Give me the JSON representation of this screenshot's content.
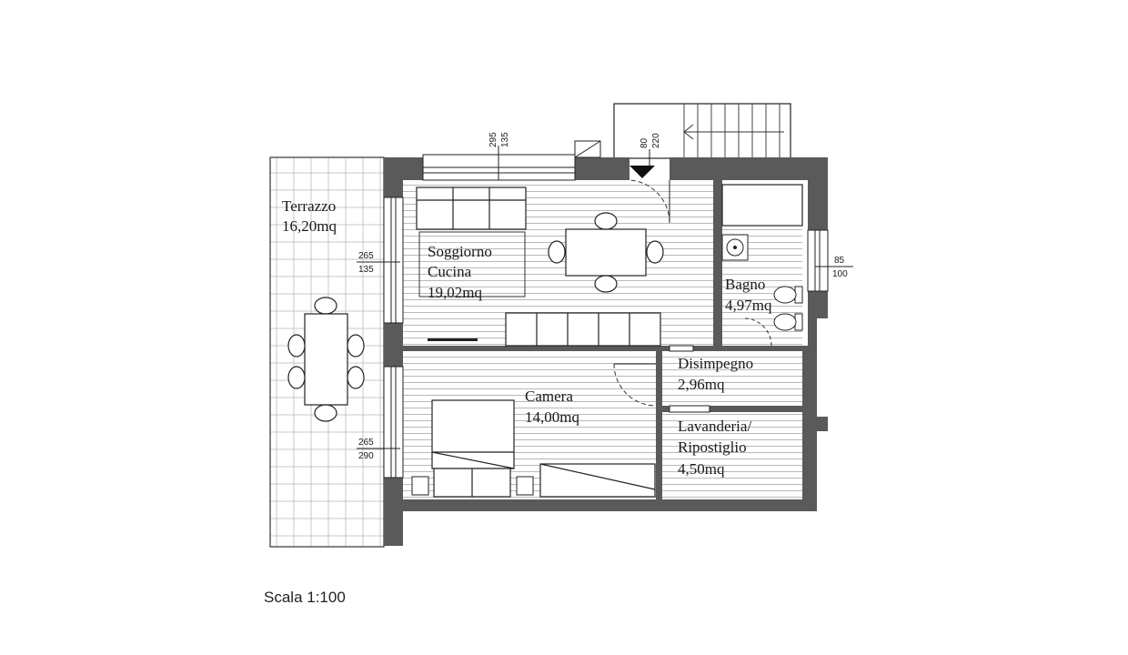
{
  "rooms": {
    "terrazzo": {
      "name": "Terrazzo",
      "area": "16,20mq"
    },
    "soggiorno": {
      "name_1": "Soggiorno",
      "name_2": "Cucina",
      "area": "19,02mq"
    },
    "bagno": {
      "name": "Bagno",
      "area": "4,97mq"
    },
    "disimpegno": {
      "name": "Disimpegno",
      "area": "2,96mq"
    },
    "camera": {
      "name": "Camera",
      "area": "14,00mq"
    },
    "lavanderia": {
      "name_1": "Lavanderia/",
      "name_2": "Ripostiglio",
      "area": "4,50mq"
    }
  },
  "dimensions": {
    "top_window": {
      "width": "295",
      "height": "135"
    },
    "entry_door": {
      "width": "80",
      "height": "220"
    },
    "living_window": {
      "width": "265",
      "height": "135"
    },
    "bath_window": {
      "width": "85",
      "height": "100"
    },
    "bedroom_window": {
      "width": "265",
      "height": "290"
    }
  },
  "scale": "Scala 1:100"
}
